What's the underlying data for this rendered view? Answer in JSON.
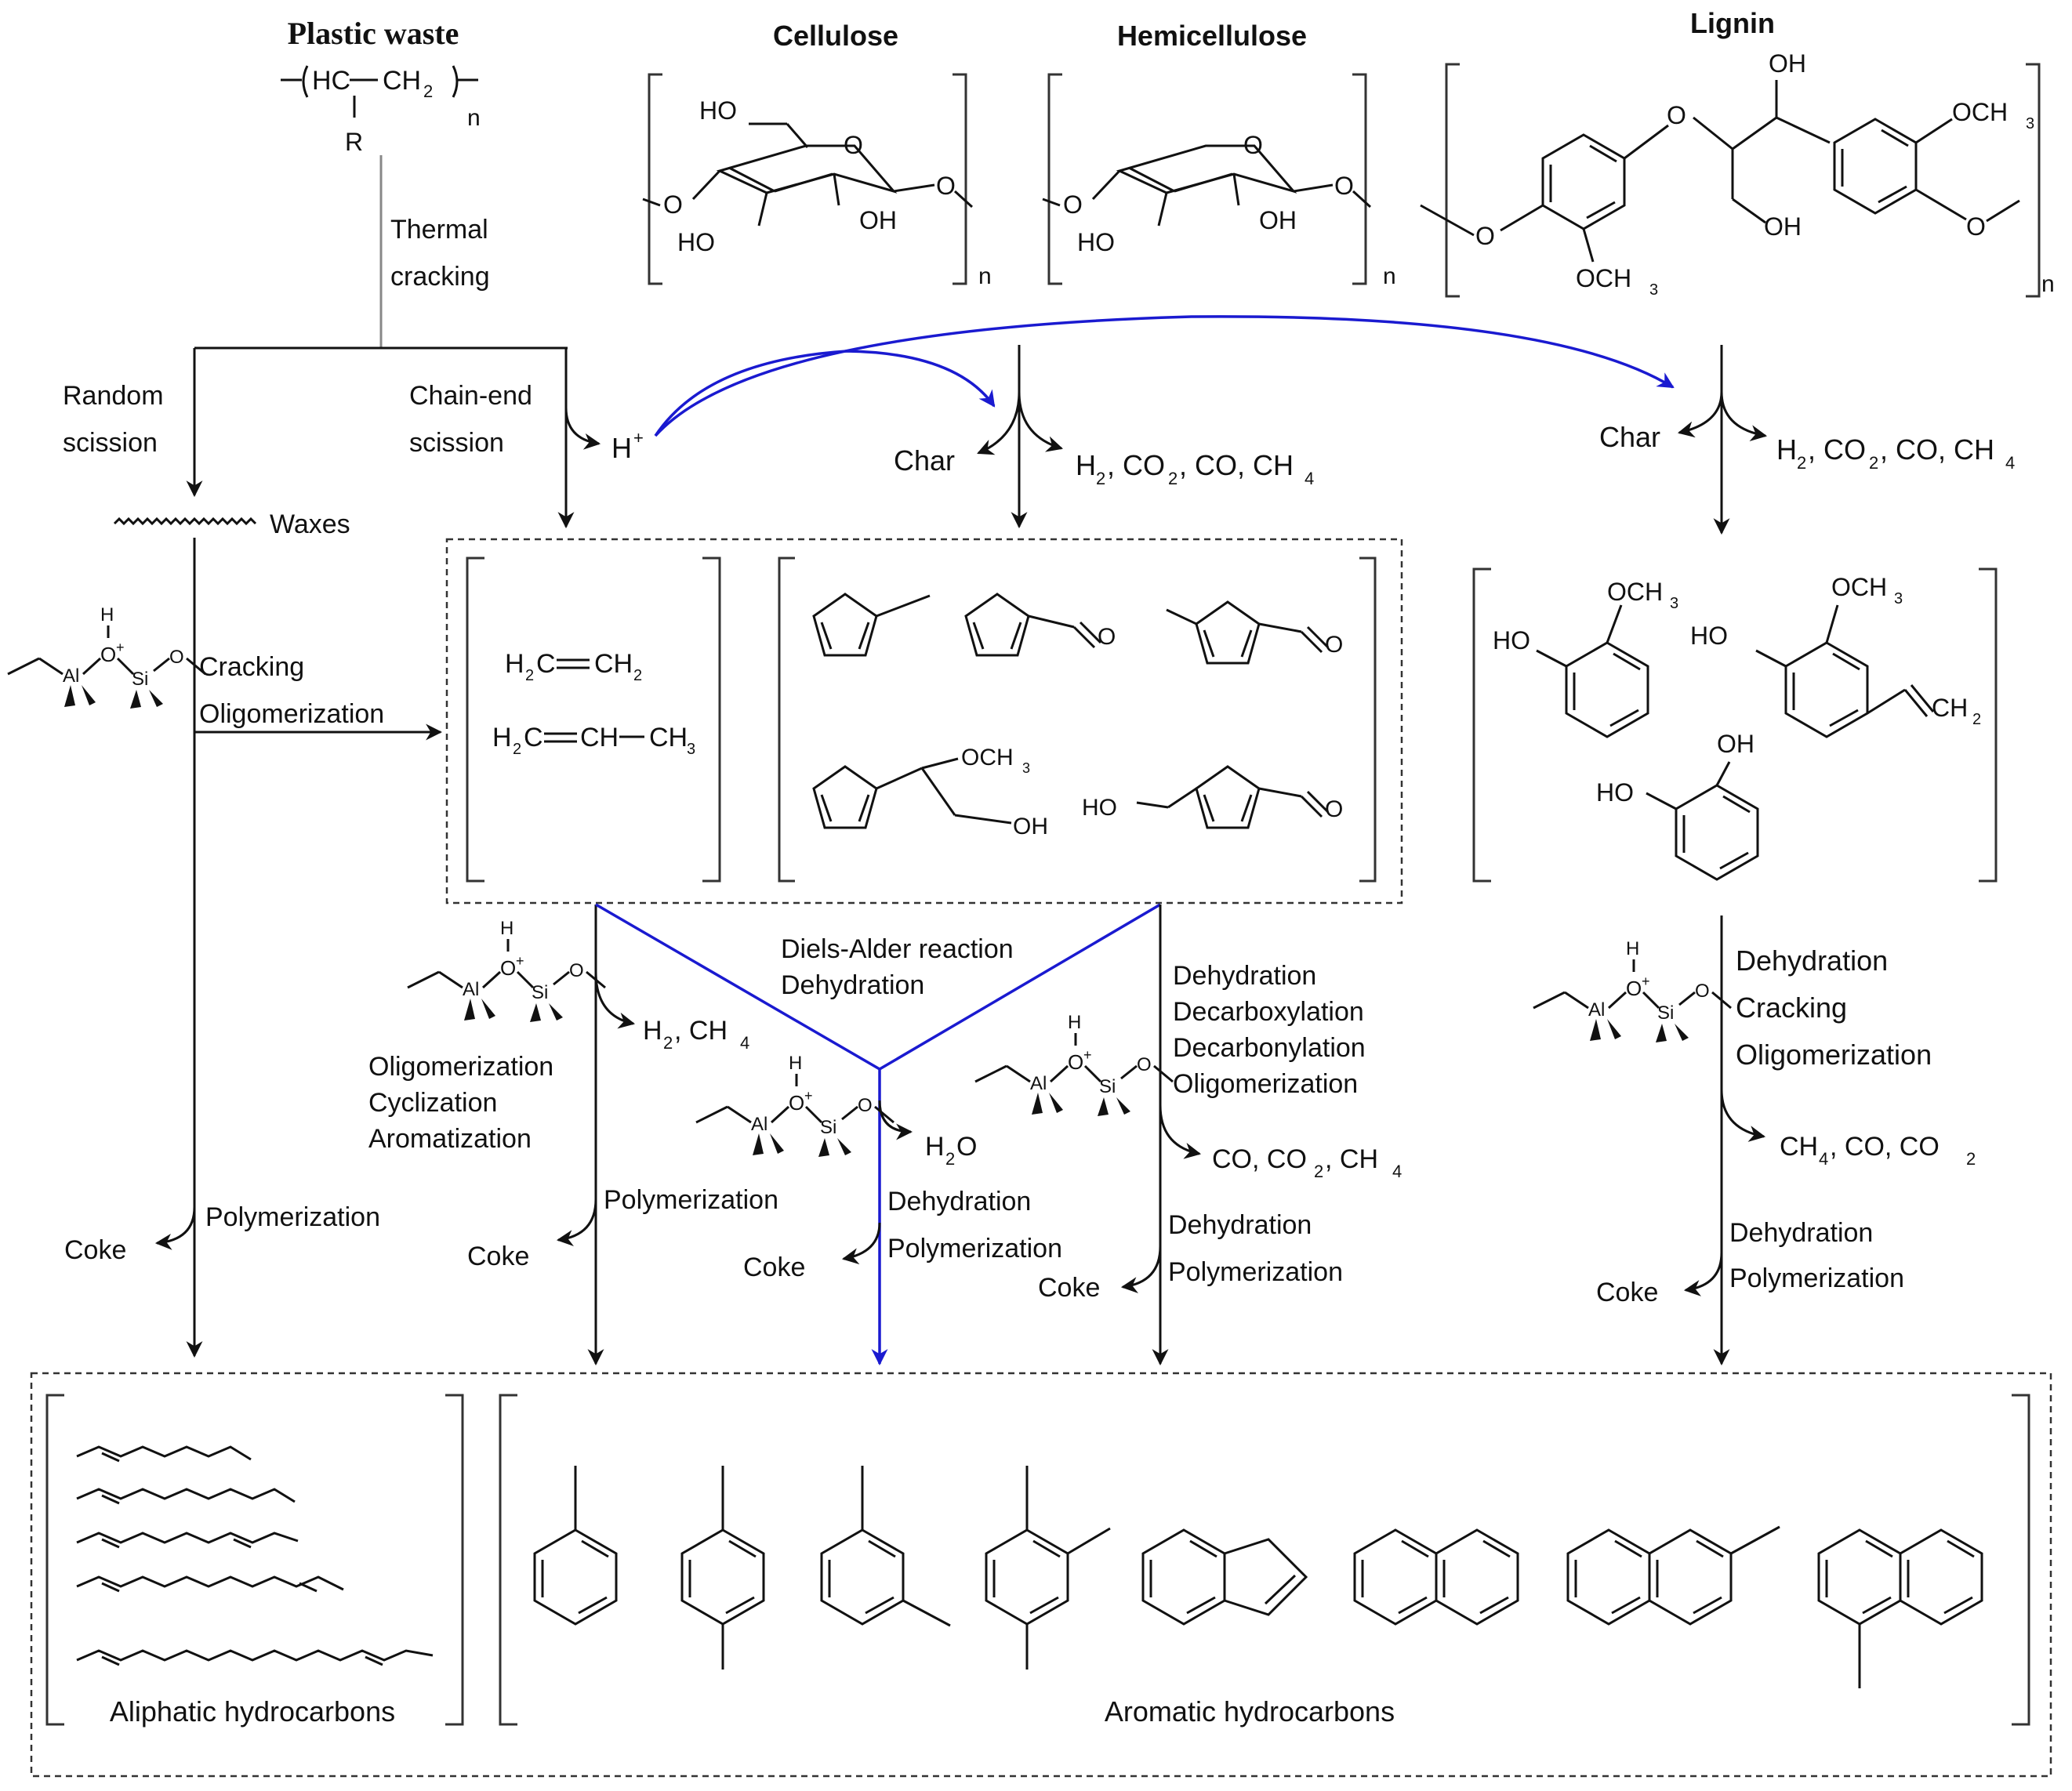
{
  "colors": {
    "black": "#111111",
    "blue": "#1a1ad0",
    "gray": "#888888"
  },
  "labels": {
    "plastic_waste": "Plastic waste",
    "cellulose": "Cellulose",
    "hemicellulose": "Hemicellulose",
    "lignin": "Lignin",
    "polymer_hc": "HC",
    "polymer_ch2": "CH",
    "polymer_r": "R",
    "sub_n": "n",
    "sub_2": "2",
    "sub_3": "3",
    "sub_4": "4",
    "ho": "HO",
    "oh": "OH",
    "o": "O",
    "och": "OCH",
    "thermal": "Thermal",
    "cracking_lc": "cracking",
    "random": "Random",
    "scission": "scission",
    "chain_end": "Chain-end",
    "h_plus": "H",
    "plus": "+",
    "char": "Char",
    "gas_h2": "H",
    "gas_co2_a": ", CO",
    "gas_co_ch": ", CO, CH",
    "waxes": "Waxes",
    "cracking": "Cracking",
    "oligomerization": "Oligomerization",
    "h2c": "H",
    "c_eq": "C",
    "ch2": "CH",
    "ch": "CH",
    "diels_alder": "Diels-Alder reaction",
    "dehydration": "Dehydration",
    "decarboxylation": "Decarboxylation",
    "decarbonylation": "Decarbonylation",
    "cyclization": "Cyclization",
    "aromatization": "Aromatization",
    "polymerization": "Polymerization",
    "coke": "Coke",
    "h2_ch4_a": ", CH",
    "h2o": "O",
    "co_co2_ch4_a": "CO, CO",
    "co_co2_ch4_b": ", CH",
    "ch4_co_co2_a": "CH",
    "ch4_co_co2_b": ", CO, CO",
    "aliphatic": "Aliphatic hydrocarbons",
    "aromatic": "Aromatic hydrocarbons",
    "cat_h": "H",
    "cat_o": "O",
    "cat_al": "Al",
    "cat_si": "Si",
    "cat_plus": "+"
  },
  "icons": {
    "catalyst": "zeolite-acid-site-icon",
    "arrow": "arrow-icon"
  }
}
